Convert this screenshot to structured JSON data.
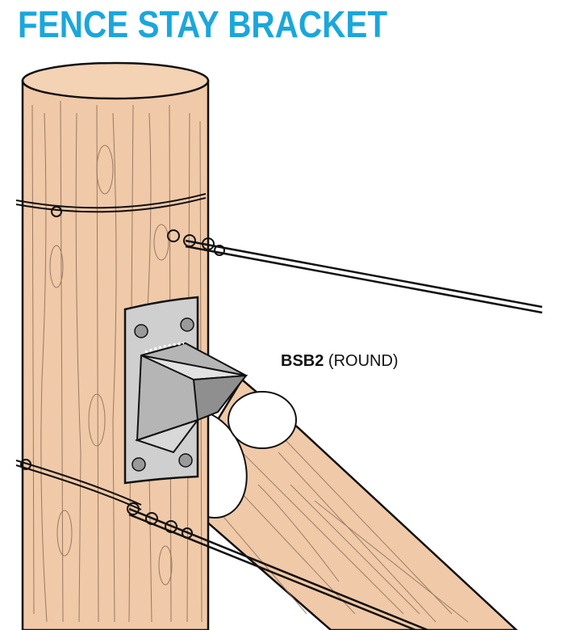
{
  "title": "FENCE STAY BRACKET",
  "callout": {
    "code": "BSB2",
    "variant": "(ROUND)"
  },
  "colors": {
    "title": "#1aa7dc",
    "timber": "#f0c9a8",
    "timber_grain": "#8a6a55",
    "bracket": "#c9c9c9",
    "bracket_dark": "#9a9a9a",
    "outline": "#111111"
  }
}
